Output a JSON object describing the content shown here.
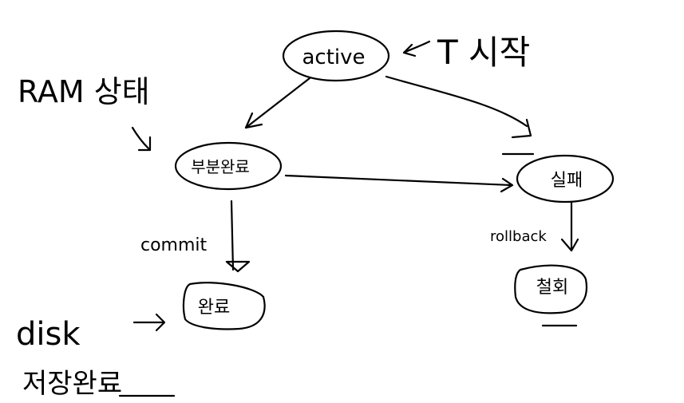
{
  "states": {
    "active": "active",
    "partial": "부분완료",
    "failed": "실패",
    "completed": "완료",
    "aborted": "철회"
  },
  "annotations": {
    "start": "T 시작",
    "ram": "RAM 상태",
    "disk": "disk",
    "disk_saved": "저장완료",
    "commit": "commit",
    "rollback": "rollback"
  },
  "colors": {
    "ink": "#000000",
    "paper": "#ffffff"
  }
}
